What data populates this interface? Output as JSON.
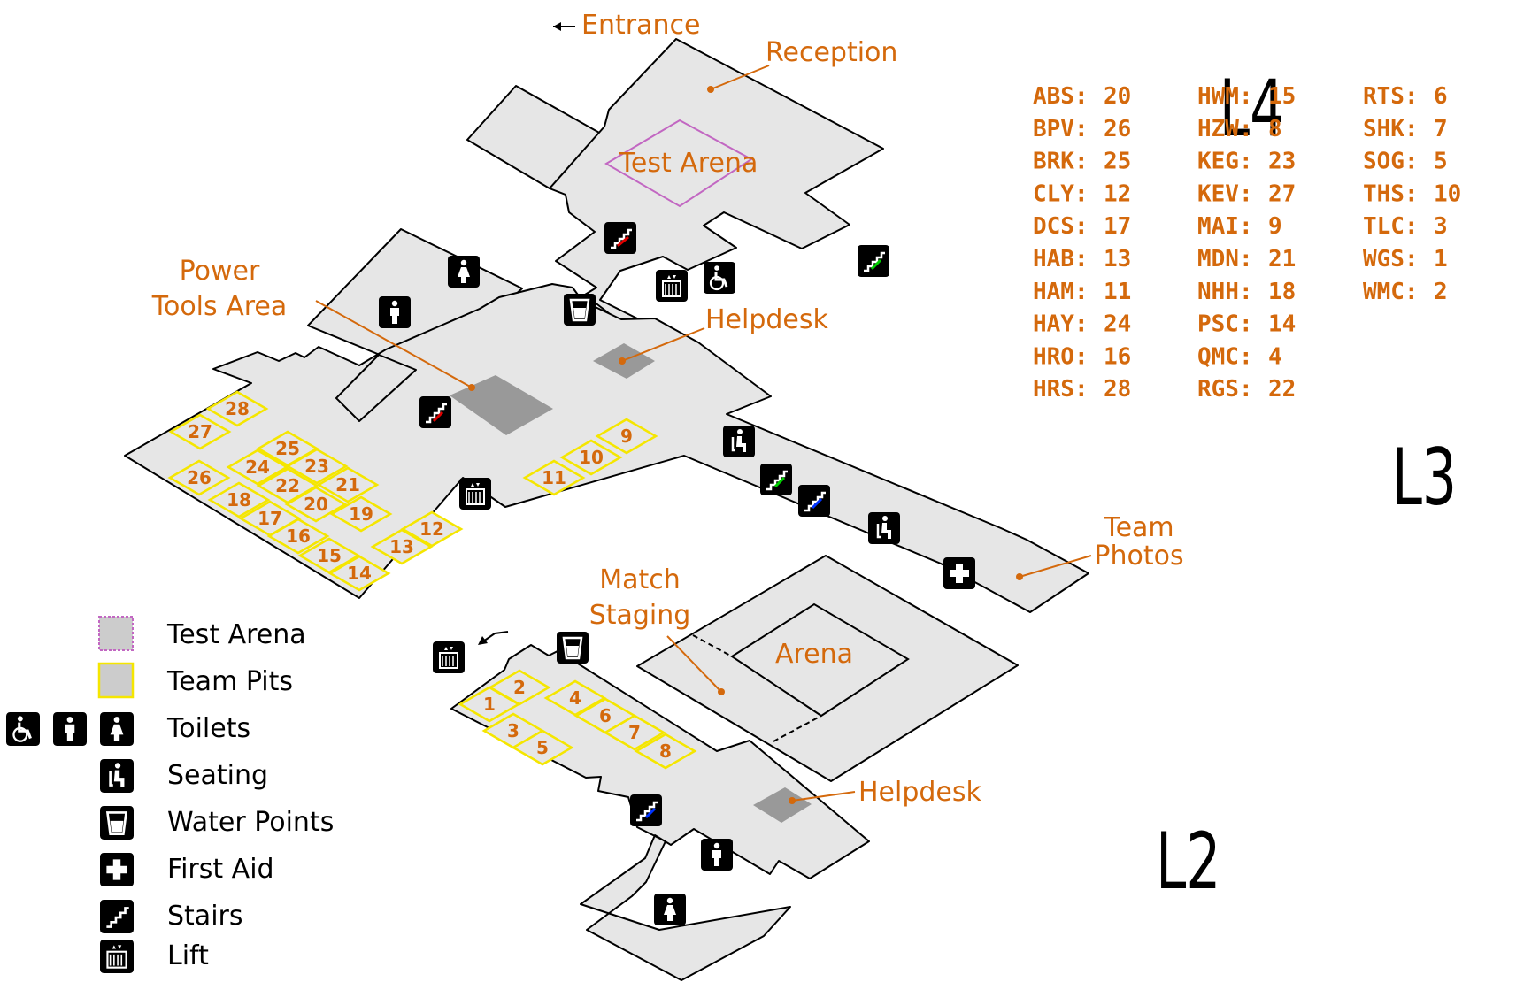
{
  "levels": {
    "l4": "L4",
    "l3": "L3",
    "l2": "L2"
  },
  "labels": {
    "entrance": "Entrance",
    "reception": "Reception",
    "test_arena": "Test Arena",
    "power_tools_1": "Power",
    "power_tools_2": "Tools Area",
    "helpdesk_l3": "Helpdesk",
    "team_photos_1": "Team",
    "team_photos_2": "Photos",
    "match_staging_1": "Match",
    "match_staging_2": "Staging",
    "arena": "Arena",
    "helpdesk_l2": "Helpdesk"
  },
  "teams": [
    {
      "code": "ABS:",
      "pit": "20"
    },
    {
      "code": "BPV:",
      "pit": "26"
    },
    {
      "code": "BRK:",
      "pit": "25"
    },
    {
      "code": "CLY:",
      "pit": "12"
    },
    {
      "code": "DCS:",
      "pit": "17"
    },
    {
      "code": "HAB:",
      "pit": "13"
    },
    {
      "code": "HAM:",
      "pit": "11"
    },
    {
      "code": "HAY:",
      "pit": "24"
    },
    {
      "code": "HRO:",
      "pit": "16"
    },
    {
      "code": "HRS:",
      "pit": "28"
    },
    {
      "code": "HWM:",
      "pit": "15"
    },
    {
      "code": "HZW:",
      "pit": "8"
    },
    {
      "code": "KEG:",
      "pit": "23"
    },
    {
      "code": "KEV:",
      "pit": "27"
    },
    {
      "code": "MAI:",
      "pit": "9"
    },
    {
      "code": "MDN:",
      "pit": "21"
    },
    {
      "code": "NHH:",
      "pit": "18"
    },
    {
      "code": "PSC:",
      "pit": "14"
    },
    {
      "code": "QMC:",
      "pit": "4"
    },
    {
      "code": "RGS:",
      "pit": "22"
    },
    {
      "code": "RTS:",
      "pit": "6"
    },
    {
      "code": "SHK:",
      "pit": "7"
    },
    {
      "code": "SOG:",
      "pit": "5"
    },
    {
      "code": "THS:",
      "pit": "10"
    },
    {
      "code": "TLC:",
      "pit": "3"
    },
    {
      "code": "WGS:",
      "pit": "1"
    },
    {
      "code": "WMC:",
      "pit": "2"
    }
  ],
  "pits_l3": [
    "28",
    "27",
    "26",
    "25",
    "24",
    "23",
    "22",
    "21",
    "20",
    "19",
    "18",
    "17",
    "16",
    "15",
    "14",
    "13",
    "12",
    "11",
    "10",
    "9"
  ],
  "pits_l2": [
    "1",
    "2",
    "3",
    "4",
    "5",
    "6",
    "7",
    "8"
  ],
  "legend": [
    {
      "label": "Test Arena",
      "icon": "test-arena-swatch"
    },
    {
      "label": "Team Pits",
      "icon": "team-pits-swatch"
    },
    {
      "label": "Toilets",
      "icon": "toilets-icons"
    },
    {
      "label": "Seating",
      "icon": "seat-icon"
    },
    {
      "label": "Water Points",
      "icon": "water-cup-icon"
    },
    {
      "label": "First Aid",
      "icon": "first-aid-icon"
    },
    {
      "label": "Stairs",
      "icon": "stairs-icon"
    },
    {
      "label": "Lift",
      "icon": "lift-icon"
    }
  ],
  "colors": {
    "label": "#d4690c",
    "floor": "#e6e6e6",
    "pit_border": "#f5e600",
    "test_arena_border": "#c267c2",
    "helpdesk": "#999999",
    "stairs_arrows": [
      "#e00000",
      "#00cc00",
      "#0033ff"
    ]
  }
}
